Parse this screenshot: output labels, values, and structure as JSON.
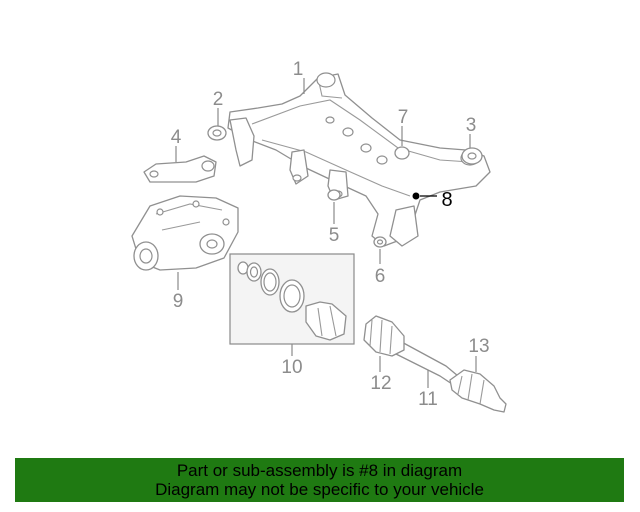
{
  "callouts": [
    "1",
    "2",
    "3",
    "4",
    "5",
    "6",
    "7",
    "8",
    "9",
    "10",
    "11",
    "12",
    "13"
  ],
  "highlighted_part": "8",
  "banner": {
    "line1": "Part or sub-assembly is #8 in diagram",
    "line2": "Diagram may not be specific to your vehicle",
    "color": "#1f7a12"
  }
}
